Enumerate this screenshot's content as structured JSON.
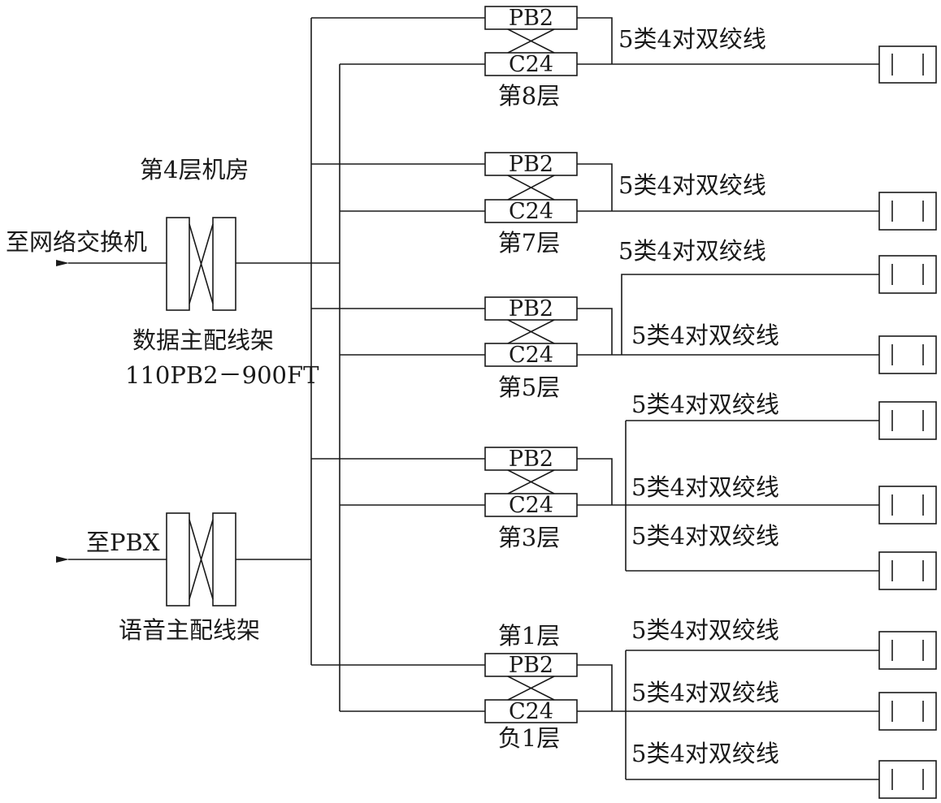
{
  "machine_room_label": "第4层机房",
  "data_frame": {
    "to_label": "至网络交换机",
    "name_label": "数据主配线架",
    "model_label": "110PB2－900FT"
  },
  "voice_frame": {
    "to_label": "至PBX",
    "name_label": "语音主配线架"
  },
  "floors": [
    {
      "id": "8",
      "pb_label": "PB2",
      "c_label": "C24",
      "floor_label": "第8层",
      "cable_labels": [
        "5类4对双绞线"
      ]
    },
    {
      "id": "7",
      "pb_label": "PB2",
      "c_label": "C24",
      "floor_label": "第7层",
      "cable_labels": [
        "5类4对双绞线"
      ]
    },
    {
      "id": "5",
      "pb_label": "PB2",
      "c_label": "C24",
      "floor_label": "第5层",
      "cable_labels": [
        "5类4对双绞线",
        "5类4对双绞线"
      ]
    },
    {
      "id": "3",
      "pb_label": "PB2",
      "c_label": "C24",
      "floor_label": "第3层",
      "cable_labels": [
        "5类4对双绞线",
        "5类4对双绞线",
        "5类4对双绞线"
      ]
    },
    {
      "id": "b1",
      "pb_label": "PB2",
      "c_label": "C24",
      "floor_label": "负1层",
      "floor_label_top": "第1层",
      "cable_labels": [
        "5类4对双绞线",
        "5类4对双绞线",
        "5类4对双绞线"
      ]
    }
  ]
}
